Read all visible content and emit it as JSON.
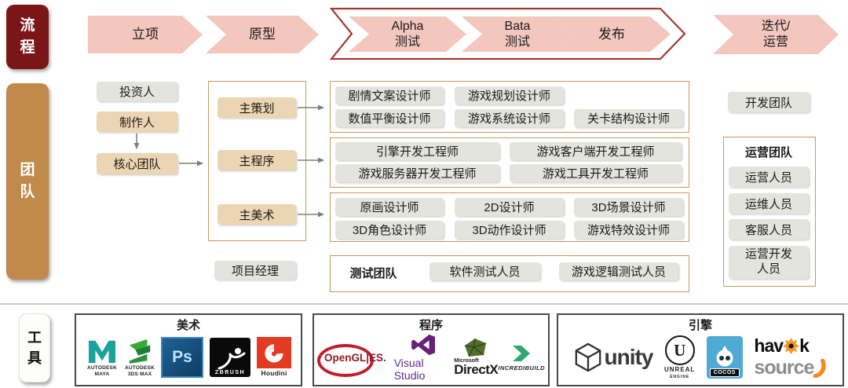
{
  "colors": {
    "process_label_bg": "#7B1618",
    "team_label_bg": "#C08A4C",
    "arrow_pink": "#F3C7BD",
    "outline_red": "#A43A35",
    "tan_box": "#ECD5B2",
    "gray_box": "#E4E4DE",
    "group_border": "#C9995B"
  },
  "process": {
    "label": "流\n程",
    "steps": [
      "立项",
      "原型",
      "Alpha\n测试",
      "Bata\n测试",
      "发布",
      "迭代/\n运营"
    ]
  },
  "team": {
    "label": "团\n队",
    "investor": "投资人",
    "producer": "制作人",
    "core_team": "核心团队",
    "project_manager": "项目经理",
    "leads": [
      "主策划",
      "主程序",
      "主美术"
    ],
    "planning_roles": [
      "剧情文案设计师",
      "游戏规划设计师",
      "数值平衡设计师",
      "游戏系统设计师",
      "关卡结构设计师"
    ],
    "programming_roles": [
      "引擎开发工程师",
      "游戏客户端开发工程师",
      "游戏服务器开发工程师",
      "游戏工具开发工程师"
    ],
    "art_roles": [
      "原画设计师",
      "2D设计师",
      "3D场景设计师",
      "3D角色设计师",
      "3D动作设计师",
      "游戏特效设计师"
    ],
    "test_team_title": "测试团队",
    "test_roles": [
      "软件测试人员",
      "游戏逻辑测试人员"
    ],
    "dev_team": "开发团队",
    "ops_team_title": "运营团队",
    "ops_roles": [
      "运营人员",
      "运维人员",
      "客服人员",
      "运营开发\n人员"
    ]
  },
  "tools": {
    "label": "工\n具",
    "art": {
      "title": "美术",
      "maya_line1": "AUTODESK",
      "maya_line2": "MAYA",
      "max_line1": "AUTODESK",
      "max_line2": "3DS MAX",
      "ps": "Ps",
      "zbrush": "ZBRUSH",
      "houdini": "Houdini"
    },
    "prog": {
      "title": "程序",
      "opengl": "OpenGL|ES.",
      "vs": "Visual Studio",
      "ms": "Microsoft",
      "dx": "DirectX",
      "ib": "INCREDIBUILD"
    },
    "engine": {
      "title": "引擎",
      "unity": "unity",
      "unreal_u": "U",
      "unreal_line1": "UNREAL",
      "unreal_line2": "ENGINE",
      "cocos": "COCOS",
      "havok_pre": "hav",
      "havok_post": "k",
      "source": "source"
    }
  }
}
